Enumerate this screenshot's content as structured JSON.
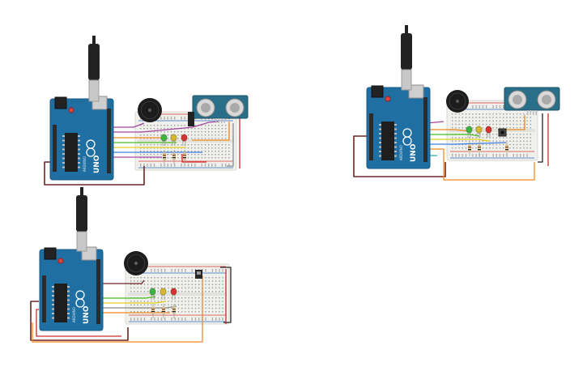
{
  "colors": {
    "background": "#ffffff",
    "arduino": "#1f6fa3",
    "arduino_dark": "#175a86",
    "breadboard": "#f0f0ec",
    "breadboard_edge": "#d8d8d2",
    "hole": "#9a9a94",
    "rail_red": "#d83b3b",
    "rail_blue": "#2f64c7",
    "usb_cable": "#222222",
    "usb_metal": "#c8c8c8",
    "buzzer": "#1c1c1c",
    "sensor": "#2a6f8a",
    "led_green": "#3db53d",
    "led_yellow": "#d7b82a",
    "led_red": "#d2352f",
    "resistor": "#d8c39a",
    "wire_brown": "#6e2424",
    "wire_orange": "#f08a1e",
    "wire_purple": "#a648a0",
    "wire_green": "#44c01c",
    "wire_yellow": "#e3cf1d",
    "wire_gray": "#8a8a8a",
    "wire_black": "#222222",
    "wire_blue": "#3f7fe0",
    "wire_red": "#d02a2a",
    "wire_teal": "#24b3a8"
  },
  "circuits": [
    {
      "id": "circuit-top-left",
      "board_label": "UNO",
      "brand": "ARDUINO",
      "components": [
        "arduino-uno",
        "usb-cable",
        "breadboard",
        "piezo-buzzer",
        "ultrasonic-sensor",
        "led-green",
        "led-yellow",
        "led-red",
        "resistors"
      ]
    },
    {
      "id": "circuit-top-right",
      "board_label": "UNO",
      "brand": "ARDUINO",
      "components": [
        "arduino-uno",
        "usb-cable",
        "breadboard",
        "piezo-buzzer",
        "ultrasonic-sensor",
        "led-green",
        "led-yellow",
        "led-red",
        "resistors",
        "push-button"
      ]
    },
    {
      "id": "circuit-bottom-left",
      "board_label": "UNO",
      "brand": "ARDUINO",
      "components": [
        "arduino-uno",
        "usb-cable",
        "breadboard",
        "piezo-buzzer",
        "led-green",
        "led-yellow",
        "led-red",
        "resistors",
        "slide-switch"
      ]
    }
  ]
}
